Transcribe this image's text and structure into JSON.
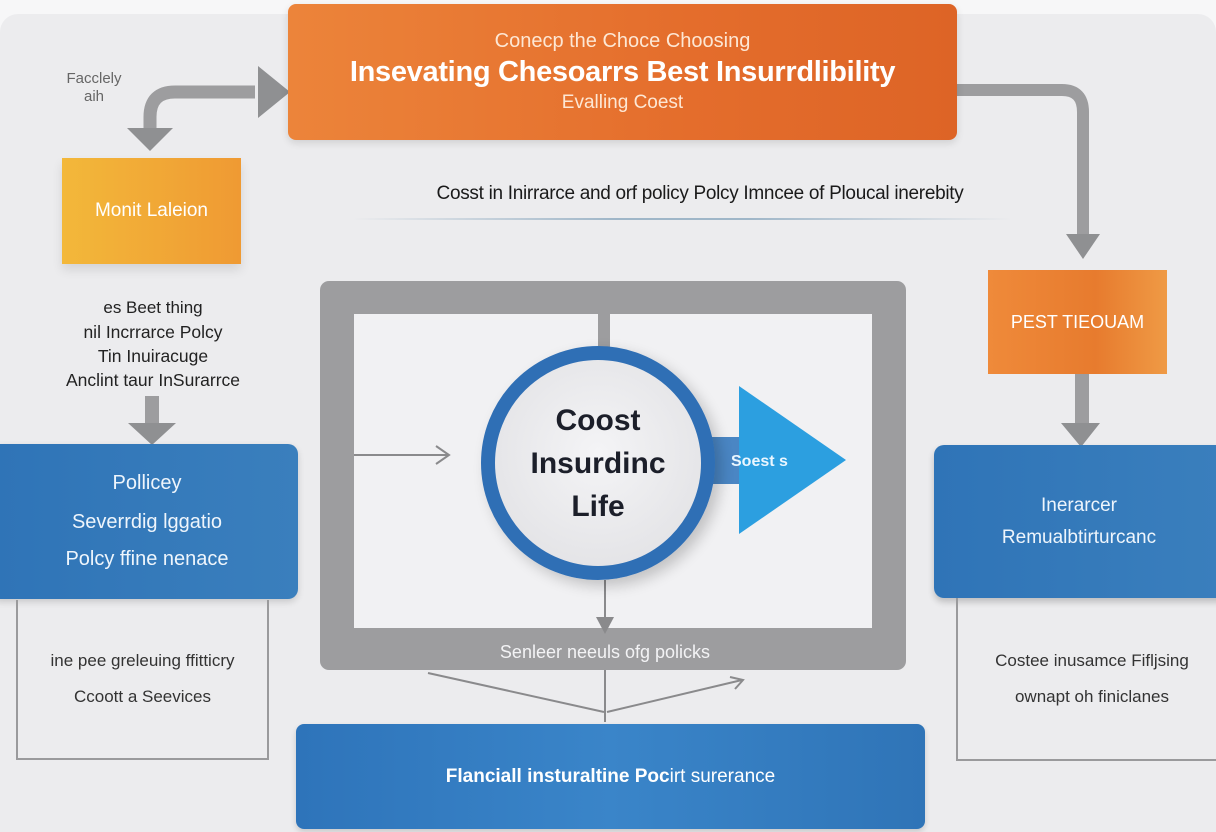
{
  "header": {
    "pre_title": "Conecp the Choce Choosing",
    "title": "Insevating Chesoarrs Best Insurrdlibility",
    "subtitle": "Evalling Coest"
  },
  "side_note": {
    "line1": "Facclely",
    "line2": "aih"
  },
  "yellow_box": {
    "label": "Monit Laleion"
  },
  "caption": {
    "text": "Cosst in Inirrarce and orf policy Polcy Imncee of Ploucal inerebity"
  },
  "left_list": {
    "lines": [
      "es Beet thing",
      "nil Incrrarce Polcy",
      "Tin Inuiracuge",
      "Anclint taur InSurarrce"
    ]
  },
  "left_blue_box": {
    "heading": "Pollicey",
    "line1": "Severrdig lggatio",
    "line2": "Polcy ffine nenace"
  },
  "left_outline_box": {
    "line1": "ine pee greleuing ffitticry",
    "line2": "Ccoott a Seevices"
  },
  "center": {
    "circle_lines": [
      "Coost",
      "Insurdinc",
      "Life"
    ],
    "arrow_label": "Soest s",
    "frame_label": "Senleer neeuls ofg policks"
  },
  "right_orange_box": {
    "label": "PEST TIEOUAM"
  },
  "right_blue_box": {
    "line1": "Inerarcer",
    "line2": "Remualbtirturcanc"
  },
  "right_outline_box": {
    "line1": "Costee inusamce Fifljsing",
    "line2": "ownapt oh finiclanes"
  },
  "bottom_box": {
    "bold_part": "Flanciall insturaltine Poc",
    "regular_part": "irt surerance"
  },
  "colors": {
    "orange": "#e46d2c",
    "yellow": "#f3b83a",
    "blue": "#2f74b7",
    "light_blue_arrow": "#2c9fe0",
    "gray_connector": "#9d9d9f",
    "background": "#ececee"
  }
}
